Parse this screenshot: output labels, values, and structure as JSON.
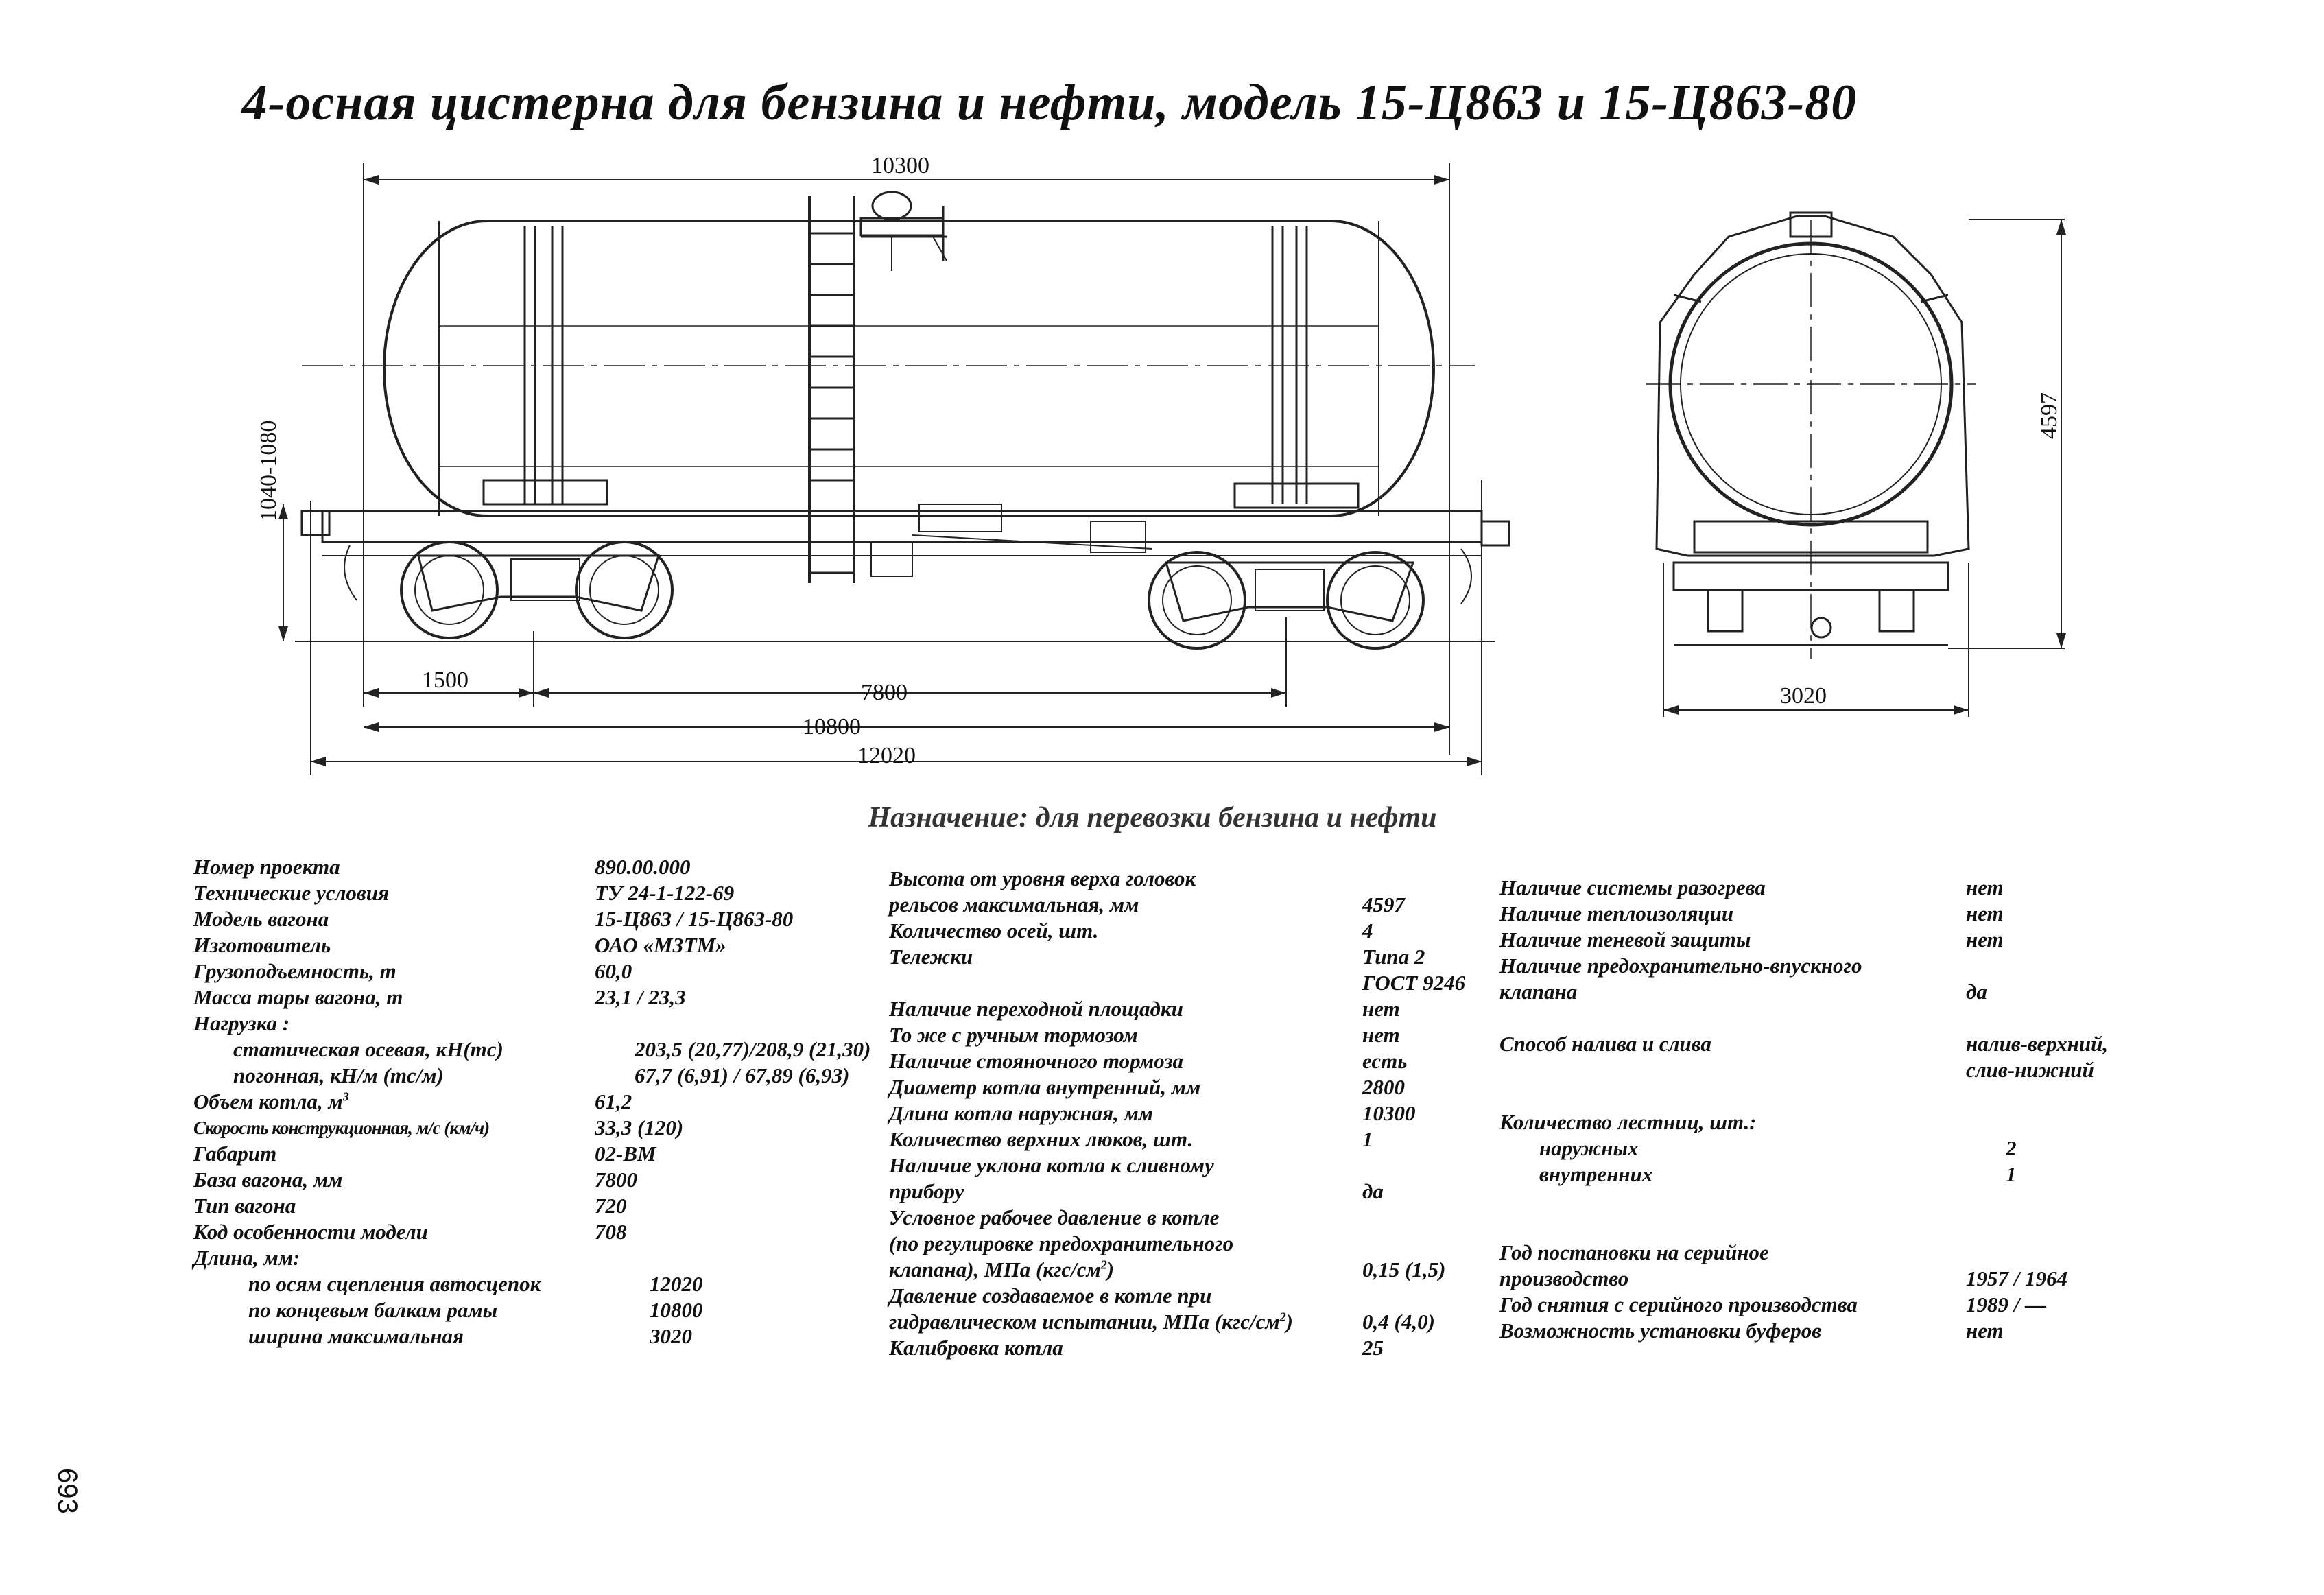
{
  "title": "4-осная цистерна для бензина и нефти, модель 15-Ц863 и 15-Ц863-80",
  "purpose": "Назначение: для перевозки бензина и нефти",
  "page_number": "693",
  "dimensions": {
    "boiler_length": "10300",
    "height_range": "1040-1080",
    "overhang": "1500",
    "base": "7800",
    "frame_length": "10800",
    "coupler_length": "12020",
    "height": "4597",
    "width": "3020"
  },
  "specs_col1": {
    "project_no": {
      "label": "Номер проекта",
      "value": "890.00.000"
    },
    "tech_cond": {
      "label": "Технические условия",
      "value": "ТУ 24-1-122-69"
    },
    "model": {
      "label": "Модель вагона",
      "value": "15-Ц863 / 15-Ц863-80"
    },
    "maker": {
      "label": "Изготовитель",
      "value": "ОАО «МЗТМ»"
    },
    "capacity": {
      "label": "Грузоподъемность, т",
      "value": "60,0"
    },
    "tare": {
      "label": "Масса тары вагона, т",
      "value": "23,1 / 23,3"
    },
    "load": {
      "label": "Нагрузка :"
    },
    "static_axle": {
      "label": "статическая осевая, кН(тс)",
      "value": "203,5 (20,77)/208,9 (21,30)"
    },
    "linear": {
      "label": "погонная, кН/м (тс/м)",
      "value": "67,7 (6,91) / 67,89 (6,93)"
    },
    "boiler_volume": {
      "label": "Объем котла, м",
      "sup": "3",
      "value": "61,2"
    },
    "speed": {
      "label": "Скорость конструкционная, м/с (км/ч)",
      "value": "33,3 (120)"
    },
    "gauge": {
      "label": "Габарит",
      "value": "02-ВМ"
    },
    "base": {
      "label": "База вагона, мм",
      "value": "7800"
    },
    "type": {
      "label": "Тип вагона",
      "value": "720"
    },
    "feature_code": {
      "label": "Код особенности модели",
      "value": "708"
    },
    "length": {
      "label": "Длина, мм:"
    },
    "len_coupler": {
      "label": "по осям сцепления автосцепок",
      "value": "12020"
    },
    "len_frame": {
      "label": "по концевым балкам рамы",
      "value": "10800"
    },
    "width_max": {
      "label": "ширина максимальная",
      "value": "3020"
    }
  },
  "specs_col2": {
    "height_l1": {
      "label": "Высота от уровня верха головок"
    },
    "height_l2": {
      "label": "рельсов максимальная, мм",
      "value": "4597"
    },
    "axles": {
      "label": "Количество осей, шт.",
      "value": "4"
    },
    "bogies": {
      "label": "Тележки",
      "value": "Типа 2"
    },
    "bogies_std": {
      "value": "ГОСТ 9246"
    },
    "platform": {
      "label": "Наличие переходной площадки",
      "value": "нет"
    },
    "hand_brake": {
      "label": "То же с ручным тормозом",
      "value": "нет"
    },
    "parking_brake": {
      "label": "Наличие стояночного тормоза",
      "value": "есть"
    },
    "inner_diam": {
      "label": "Диаметр котла внутренний, мм",
      "value": "2800"
    },
    "outer_len": {
      "label": "Длина котла наружная, мм",
      "value": "10300"
    },
    "hatches": {
      "label": "Количество верхних люков, шт.",
      "value": "1"
    },
    "slope_l1": {
      "label": "Наличие уклона котла к сливному"
    },
    "slope_l2": {
      "label": "прибору",
      "value": "да"
    },
    "pressure_l1": {
      "label": "Условное рабочее давление в котле"
    },
    "pressure_l2": {
      "label": "(по регулировке предохранительного"
    },
    "pressure_l3": {
      "label": "клапана), МПа (кгс/см",
      "sup": "2",
      "tail": ")",
      "value": "0,15 (1,5)"
    },
    "test_l1": {
      "label": "Давление создаваемое в котле при"
    },
    "test_l2": {
      "label": "гидравлическом испытании, МПа (кгс/см",
      "sup": "2",
      "tail": ")",
      "value": "0,4 (4,0)"
    },
    "calibration": {
      "label": "Калибровка котла",
      "value": "25"
    }
  },
  "specs_col3": {
    "heating": {
      "label": "Наличие системы разогрева",
      "value": "нет"
    },
    "insulation": {
      "label": "Наличие теплоизоляции",
      "value": "нет"
    },
    "shade": {
      "label": "Наличие теневой защиты",
      "value": "нет"
    },
    "valve_l1": {
      "label": "Наличие предохранительно-впускного"
    },
    "valve_l2": {
      "label": "клапана",
      "value": "да"
    },
    "fill_method": {
      "label": "Способ налива и слива",
      "value": "налив-верхний,"
    },
    "fill_method2": {
      "value": "слив-нижний"
    },
    "ladders": {
      "label": "Количество лестниц, шт.:"
    },
    "ladders_out": {
      "label": "наружных",
      "value": "2"
    },
    "ladders_in": {
      "label": "внутренних",
      "value": "1"
    },
    "serial_l1": {
      "label": "Год постановки на серийное"
    },
    "serial_l2": {
      "label": "производство",
      "value": "1957 / 1964"
    },
    "serial_end": {
      "label": "Год снятия с серийного производства",
      "value": "1989 / —"
    },
    "buffers": {
      "label": "Возможность установки буферов",
      "value": "нет"
    }
  }
}
